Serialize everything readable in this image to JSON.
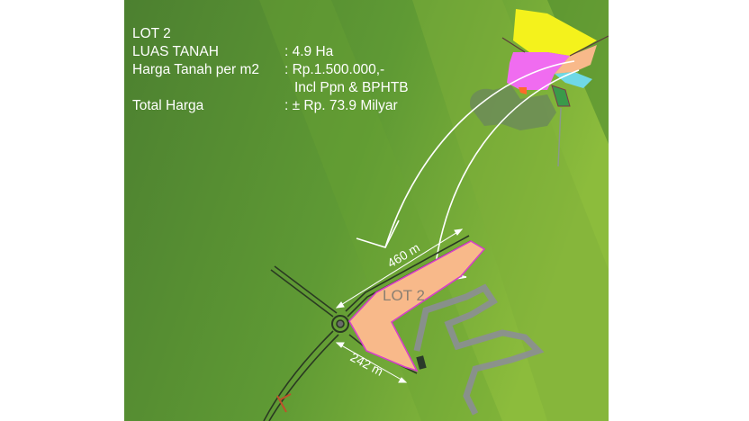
{
  "slide": {
    "title": "LOT 2",
    "rows": [
      {
        "label": "LUAS TANAH",
        "value": ": 4.9 Ha"
      },
      {
        "label": "Harga Tanah per m2",
        "value": ": Rp.1.500.000,-",
        "value2": "Incl Ppn & BPHTB"
      },
      {
        "label": "Total Harga",
        "value": ": ± Rp. 73.9 Milyar"
      }
    ]
  },
  "map": {
    "lot_label": "LOT 2",
    "dimension_long": "460 m",
    "dimension_short": "242 m",
    "colors": {
      "lot": "#f8b98a",
      "lot_border": "#d63fc8",
      "yellow_lot": "#f4f21c",
      "pink_lot": "#f06cf0",
      "cyan_lot": "#6fd8e6"
    }
  }
}
